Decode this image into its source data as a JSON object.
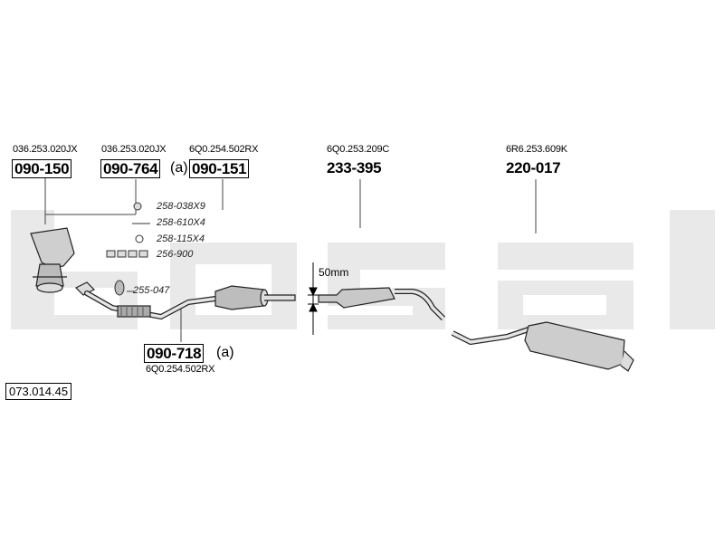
{
  "watermark_color": "#e8e8e8",
  "catalog_number": "073.014.45",
  "dimension_label": "50mm",
  "parts": [
    {
      "ref": "036.253.020JX",
      "code": "090-150",
      "suffix": ""
    },
    {
      "ref": "036.253.020JX",
      "code": "090-764",
      "suffix": "(a)"
    },
    {
      "ref": "6Q0.254.502RX",
      "code": "090-151",
      "suffix": ""
    },
    {
      "ref": "6Q0.253.209C",
      "code": "233-395",
      "suffix": ""
    },
    {
      "ref": "6R6.253.609K",
      "code": "220-017",
      "suffix": ""
    },
    {
      "ref": "6Q0.254.502RX",
      "code": "090-718",
      "suffix": "(a)"
    }
  ],
  "hardware": [
    {
      "code": "258-038X9",
      "icon": "nut-icon"
    },
    {
      "code": "258-610X4",
      "icon": "stud-icon"
    },
    {
      "code": "258-115X4",
      "icon": "washer-icon"
    },
    {
      "code": "256-900",
      "icon": "gasket-icon"
    },
    {
      "code": "255-047",
      "icon": "rubber-mount-icon"
    }
  ]
}
